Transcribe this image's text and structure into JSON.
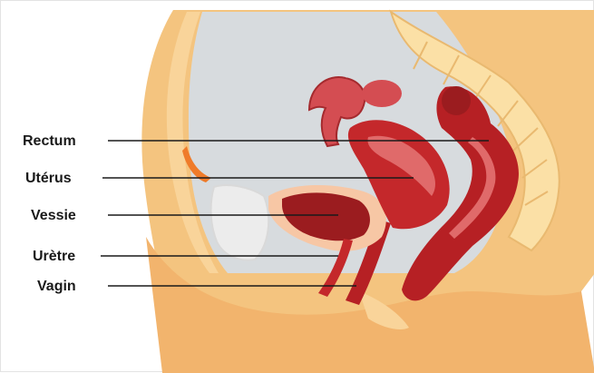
{
  "labels": {
    "rectum": "Rectum",
    "uterus": "Utérus",
    "bladder": "Vessie",
    "urethra": "Urètre",
    "vagina": "Vagin"
  },
  "colors": {
    "skin": "#f2b46d",
    "skin_light": "#f9d49a",
    "bone": "#fbe0a6",
    "cavity": "#d9dde0",
    "organ_dark": "#9b1c1f",
    "organ_mid": "#c4282b",
    "organ_light": "#e06a6a",
    "line": "#1a1a1a"
  }
}
